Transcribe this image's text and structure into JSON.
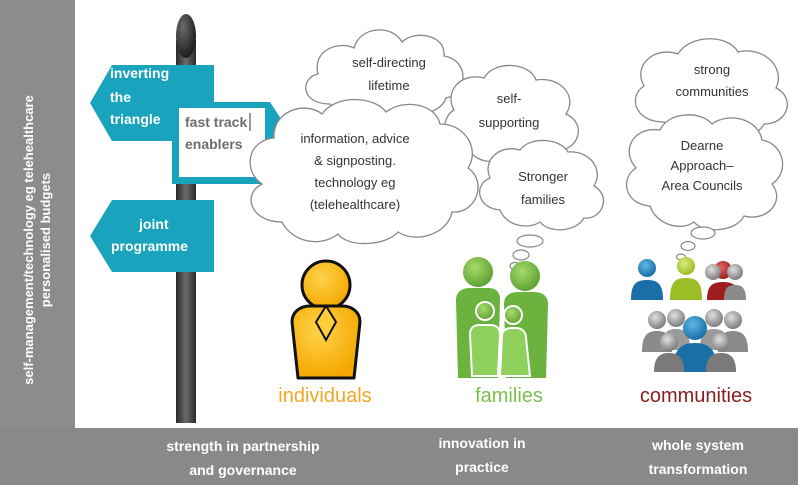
{
  "sidebar": {
    "line1": "self-management/technology eg telehealthcare",
    "line2": "personalised budgets"
  },
  "signpost": {
    "sign1": [
      "inverting",
      "the",
      "triangle"
    ],
    "sign2": [
      "fast track",
      "enablers"
    ],
    "sign3": [
      "joint",
      "programme"
    ]
  },
  "clouds": {
    "self_directing": [
      "self-directing",
      "lifetime"
    ],
    "self_supporting": [
      "self-",
      "supporting"
    ],
    "information": [
      "information, advice",
      "& signposting.",
      "technology eg",
      "(telehealthcare)"
    ],
    "stronger_families": [
      "Stronger",
      "families"
    ],
    "strong_communities": [
      "strong",
      "communities"
    ],
    "dearne": [
      "Dearne",
      "Approach–",
      "Area Councils"
    ]
  },
  "figures": {
    "individuals": "individuals",
    "families": "families",
    "communities": "communities"
  },
  "bottom": {
    "col1": [
      "strength in partnership",
      "and governance"
    ],
    "col2": [
      "innovation in",
      "practice"
    ],
    "col3": [
      "whole system",
      "transformation"
    ]
  },
  "colors": {
    "sign": "#1aa3bc",
    "individuals": "#f5a623",
    "families": "#7cc04b",
    "communities": "#8b1c1c",
    "bar": "#898989"
  }
}
